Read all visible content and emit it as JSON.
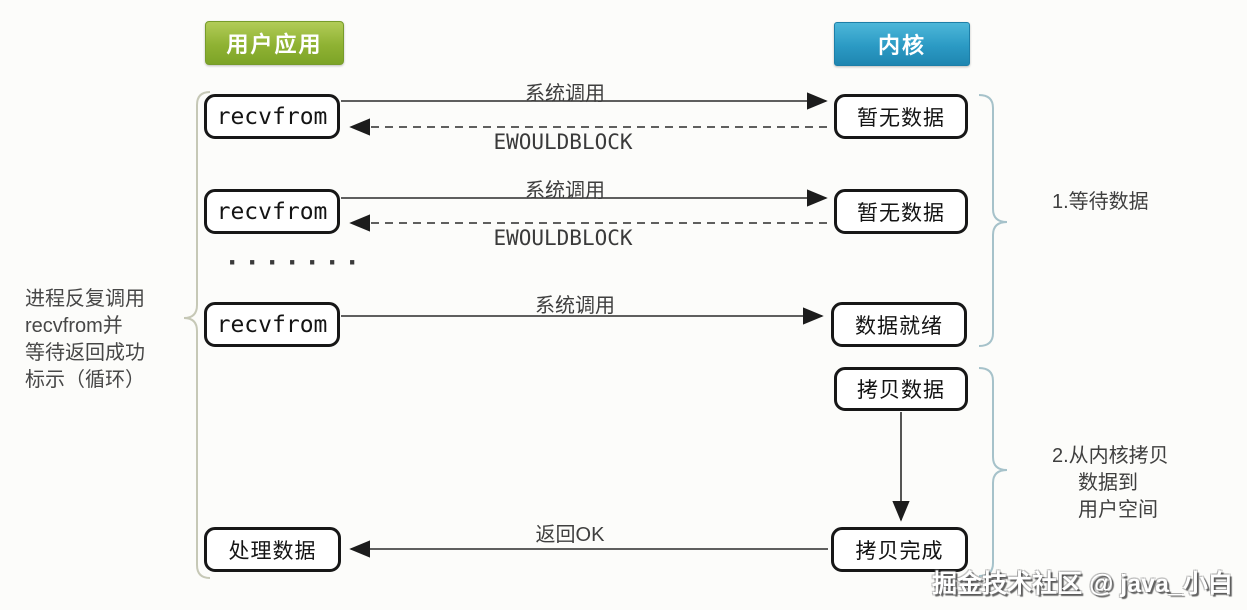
{
  "headers": {
    "user_app": "用户应用",
    "kernel": "内核"
  },
  "left_note": {
    "lines": [
      "进程反复调用",
      "recvfrom并",
      "等待返回成功",
      "标示（循环）"
    ]
  },
  "ellipsis": "·······",
  "rows": [
    {
      "left_box": "recvfrom",
      "right_box": "暂无数据",
      "call_label": "系统调用",
      "return_label": "EWOULDBLOCK"
    },
    {
      "left_box": "recvfrom",
      "right_box": "暂无数据",
      "call_label": "系统调用",
      "return_label": "EWOULDBLOCK"
    },
    {
      "left_box": "recvfrom",
      "right_box": "数据就绪",
      "call_label": "系统调用"
    }
  ],
  "copy_stage": {
    "copy_data": "拷贝数据",
    "copy_done": "拷贝完成",
    "process": "处理数据",
    "return_label": "返回OK"
  },
  "annotations": {
    "stage1": "1.等待数据",
    "stage2_lines": [
      "2.从内核拷贝",
      "数据到",
      "用户空间"
    ]
  },
  "watermark": "掘金技术社区 @ java_小白",
  "colors": {
    "user_app_green": "#8fb233",
    "kernel_blue": "#2b9ac4",
    "brace_left": "#c6c8b6",
    "brace_right": "#a6c2ca",
    "arrow": "#2b2b2b"
  }
}
